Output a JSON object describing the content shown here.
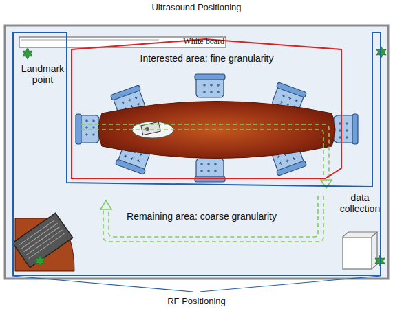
{
  "diagram": {
    "nodes": [
      {
        "text": [
          "Ultrasound Positioning",
          "Interested area: fine granularity"
        ]
      },
      {
        "text": [
          "RF Positioning",
          "Remaining area: coarse granularity"
        ]
      },
      {
        "text": [
          "White board"
        ]
      }
    ],
    "labels": [
      "Landmark point",
      "data collection"
    ]
  }
}
